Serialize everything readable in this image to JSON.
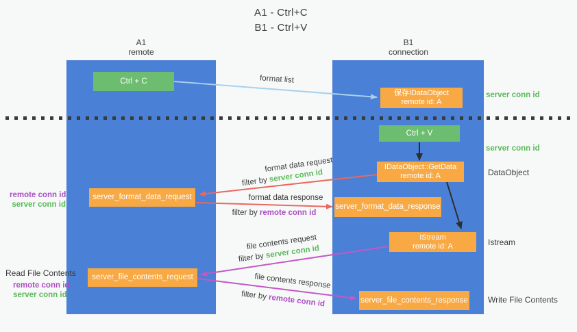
{
  "title": {
    "line1": "A1 - Ctrl+C",
    "line2": "B1 - Ctrl+V"
  },
  "colors": {
    "blue": "#4a80d5",
    "green": "#6cbd70",
    "orange": "#f8a944",
    "lightblue": "#a8d0ec",
    "red": "#e8695f",
    "magenta": "#c358c6",
    "green_text": "#5aba5a",
    "purple_text": "#ab4fc3"
  },
  "lifelines": {
    "a1": {
      "name": "A1",
      "role": "remote"
    },
    "b1": {
      "name": "B1",
      "role": "connection"
    }
  },
  "boxes": {
    "ctrl_c": "Ctrl + C",
    "ctrl_v": "Ctrl + V",
    "save_idataobject": {
      "line1": "保存IDataObject",
      "line2": "remote id: A"
    },
    "getdata": {
      "line1": "IDataObject::GetData",
      "line2": "remote id: A"
    },
    "istream": {
      "line1": "IStream",
      "line2": "remote id: A"
    },
    "format_request": "server_format_data_request",
    "format_response": "server_format_data_response",
    "file_request": "server_file_contents_request",
    "file_response": "server_file_contents_response"
  },
  "arrow_labels": {
    "format_list": "format list",
    "format_data_request": "format data request",
    "format_data_response": "format data response",
    "file_contents_request": "file contents request",
    "file_contents_response": "file contents response",
    "filter_by": "filter by ",
    "server_conn_id": "server conn id",
    "remote_conn_id": "remote conn id"
  },
  "annotations": {
    "right_server_conn_id_top": "server conn id",
    "right_server_conn_id_mid": "server conn id",
    "dataobject": "DataObject",
    "istream": "Istream",
    "write_file_contents": "Write File Contents",
    "read_file_contents": "Read File Contents",
    "left_remote_conn_id_top": "remote conn id",
    "left_server_conn_id_top": "server conn id",
    "left_remote_conn_id_bottom": "remote conn id",
    "left_server_conn_id_bottom": "server conn id"
  }
}
